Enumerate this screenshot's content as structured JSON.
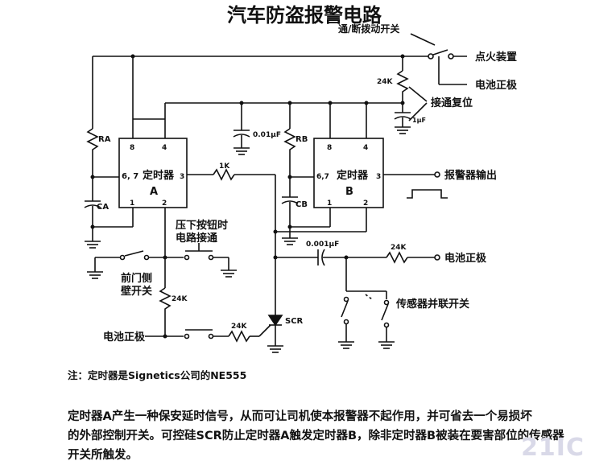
{
  "title": "汽车防盗报警电路",
  "labels": {
    "switch_top": "通/断拨动开关",
    "ignition": "点火装置",
    "battery_pos_top": "电池正极",
    "reset_label": "接通复位",
    "r_24k_top": "24K",
    "c_1uf": "1μF",
    "c_001uf": "0.01μF",
    "ra": "RA",
    "ca": "CA",
    "rb": "RB",
    "cb": "CB",
    "timer_a_pin8": "8",
    "timer_a_pin4": "4",
    "timer_a_pin67": "6, 7",
    "timer_a_name": "定时器",
    "timer_a_id": "A",
    "timer_a_pin3": "3",
    "timer_a_pin1": "1",
    "timer_a_pin2": "2",
    "timer_b_pin8": "8",
    "timer_b_pin4": "4",
    "timer_b_pin67": "6,7",
    "timer_b_name": "定时器",
    "timer_b_id": "B",
    "timer_b_pin3": "3",
    "timer_b_pin1": "1",
    "timer_b_pin2": "2",
    "r_1k": "1K",
    "alarm_out": "报警器输出",
    "pushbutton": "压下按钮时",
    "pushbutton2": "电路接通",
    "c_0001uf": "0.001μF",
    "r_24k_right": "24K",
    "battery_pos_right": "电池正极",
    "front_door": "前门侧",
    "front_door2": "壁开关",
    "r_24k_left": "24K",
    "sensor_sw": "传感器并联开关",
    "battery_pos_bottom": "电池正极",
    "r_24k_bottom": "24K",
    "scr": "SCR"
  },
  "note": "注：定时器是Signetics公司的NE555",
  "caption_lines": [
    "定时器A产生一种保安延时信号，从而可让司机使本报警器不起作用，并可省去一个易损坏",
    "的外部控制开关。可控硅SCR防止定时器A触发定时器B，除非定时器B被装在要害部位的传感器",
    "开关所触发。"
  ],
  "watermark": "21IC"
}
